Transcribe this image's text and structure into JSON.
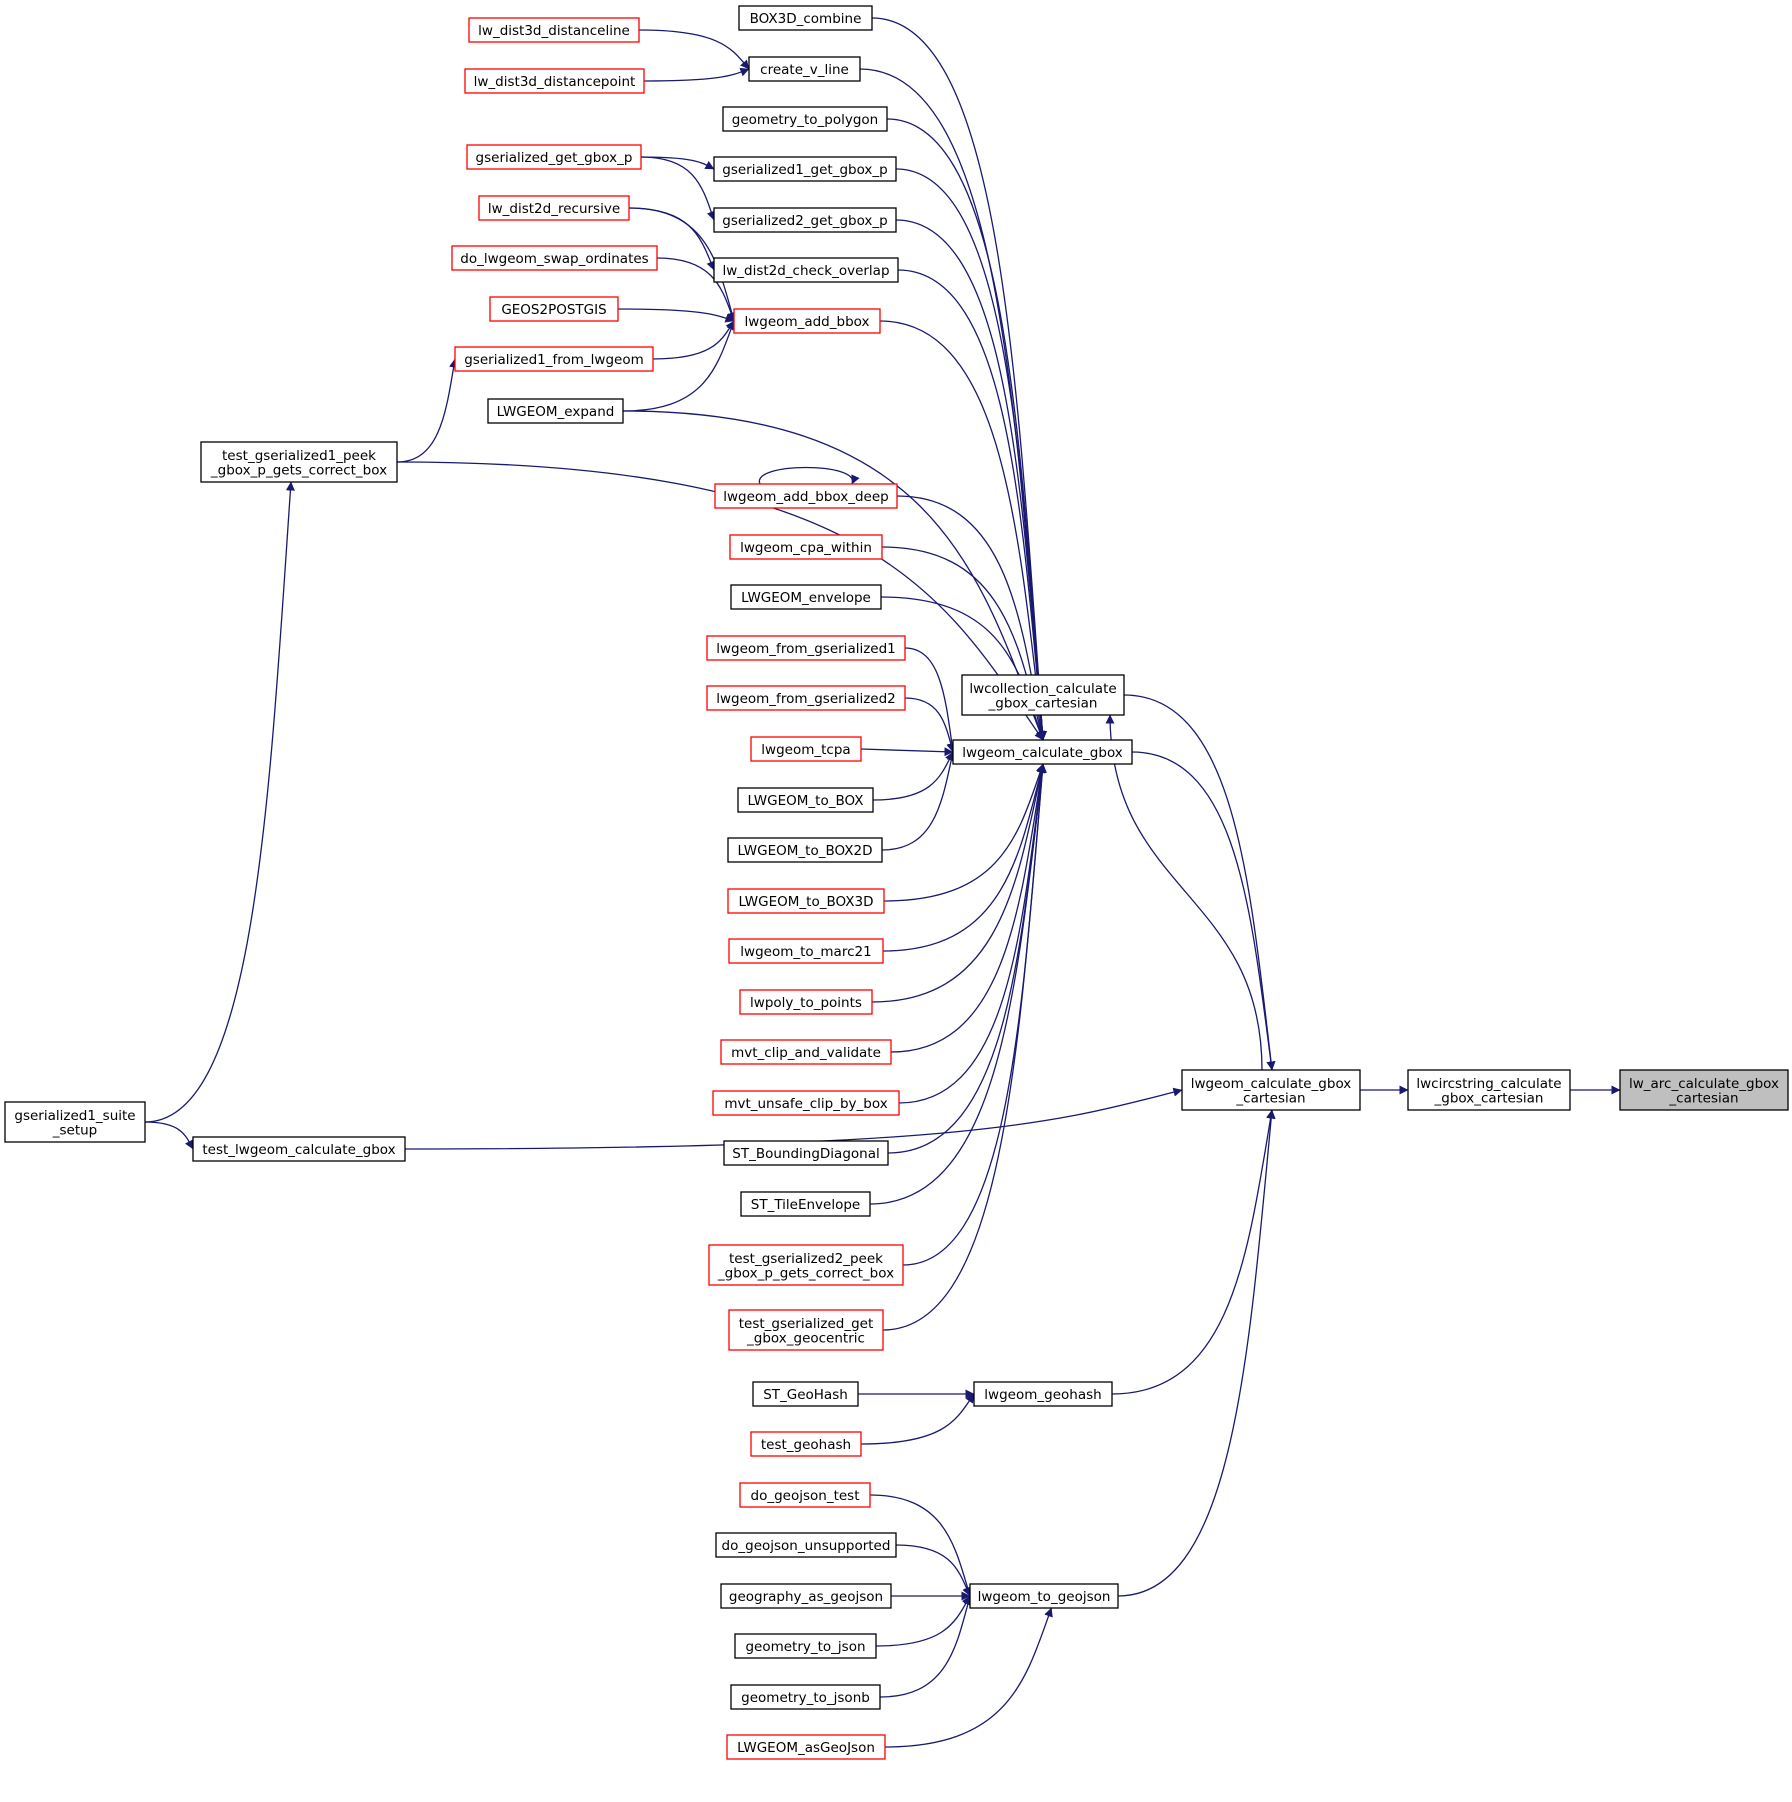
{
  "nodes": [
    {
      "id": "lw_arc",
      "lines": [
        "lw_arc_calculate_gbox",
        "_cartesian"
      ],
      "style": "current"
    },
    {
      "id": "lwcircstring",
      "lines": [
        "lwcircstring_calculate",
        "_gbox_cartesian"
      ],
      "style": "black"
    },
    {
      "id": "lwgeom_cgc",
      "lines": [
        "lwgeom_calculate_gbox",
        "_cartesian"
      ],
      "style": "black"
    },
    {
      "id": "lwcollection",
      "lines": [
        "lwcollection_calculate",
        "_gbox_cartesian"
      ],
      "style": "black"
    },
    {
      "id": "lwgeom_cg",
      "lines": [
        "lwgeom_calculate_gbox"
      ],
      "style": "black"
    },
    {
      "id": "lwgeom_geohash",
      "lines": [
        "lwgeom_geohash"
      ],
      "style": "black"
    },
    {
      "id": "lwgeom_to_geojson",
      "lines": [
        "lwgeom_to_geojson"
      ],
      "style": "black"
    },
    {
      "id": "box3d_combine",
      "lines": [
        "BOX3D_combine"
      ],
      "style": "black"
    },
    {
      "id": "create_v_line",
      "lines": [
        "create_v_line"
      ],
      "style": "black"
    },
    {
      "id": "geometry_to_polygon",
      "lines": [
        "geometry_to_polygon"
      ],
      "style": "black"
    },
    {
      "id": "gser1_gbox",
      "lines": [
        "gserialized1_get_gbox_p"
      ],
      "style": "black"
    },
    {
      "id": "gser2_gbox",
      "lines": [
        "gserialized2_get_gbox_p"
      ],
      "style": "black"
    },
    {
      "id": "lw_dist2d_check_overlap",
      "lines": [
        "lw_dist2d_check_overlap"
      ],
      "style": "black"
    },
    {
      "id": "lwgeom_add_bbox",
      "lines": [
        "lwgeom_add_bbox"
      ],
      "style": "red"
    },
    {
      "id": "lwgeom_expand",
      "lines": [
        "LWGEOM_expand"
      ],
      "style": "black"
    },
    {
      "id": "lwgeom_add_bbox_deep",
      "lines": [
        "lwgeom_add_bbox_deep"
      ],
      "style": "red"
    },
    {
      "id": "lwgeom_cpa_within",
      "lines": [
        "lwgeom_cpa_within"
      ],
      "style": "red"
    },
    {
      "id": "lwgeom_envelope",
      "lines": [
        "LWGEOM_envelope"
      ],
      "style": "black"
    },
    {
      "id": "lwgeom_from_gser1",
      "lines": [
        "lwgeom_from_gserialized1"
      ],
      "style": "red"
    },
    {
      "id": "lwgeom_from_gser2",
      "lines": [
        "lwgeom_from_gserialized2"
      ],
      "style": "red"
    },
    {
      "id": "lwgeom_tcpa",
      "lines": [
        "lwgeom_tcpa"
      ],
      "style": "red"
    },
    {
      "id": "lwgeom_to_box",
      "lines": [
        "LWGEOM_to_BOX"
      ],
      "style": "black"
    },
    {
      "id": "lwgeom_to_box2d",
      "lines": [
        "LWGEOM_to_BOX2D"
      ],
      "style": "black"
    },
    {
      "id": "lwgeom_to_box3d",
      "lines": [
        "LWGEOM_to_BOX3D"
      ],
      "style": "red"
    },
    {
      "id": "lwgeom_to_marc21",
      "lines": [
        "lwgeom_to_marc21"
      ],
      "style": "red"
    },
    {
      "id": "lwpoly_to_points",
      "lines": [
        "lwpoly_to_points"
      ],
      "style": "red"
    },
    {
      "id": "mvt_clip_and_validate",
      "lines": [
        "mvt_clip_and_validate"
      ],
      "style": "red"
    },
    {
      "id": "mvt_unsafe_clip_by_box",
      "lines": [
        "mvt_unsafe_clip_by_box"
      ],
      "style": "red"
    },
    {
      "id": "st_boundingdiagonal",
      "lines": [
        "ST_BoundingDiagonal"
      ],
      "style": "black"
    },
    {
      "id": "st_tileenvelope",
      "lines": [
        "ST_TileEnvelope"
      ],
      "style": "black"
    },
    {
      "id": "test_gser2_peek",
      "lines": [
        "test_gserialized2_peek",
        "_gbox_p_gets_correct_box"
      ],
      "style": "red"
    },
    {
      "id": "test_gser_get_geocentric",
      "lines": [
        "test_gserialized_get",
        "_gbox_geocentric"
      ],
      "style": "red"
    },
    {
      "id": "st_geohash",
      "lines": [
        "ST_GeoHash"
      ],
      "style": "black"
    },
    {
      "id": "test_geohash",
      "lines": [
        "test_geohash"
      ],
      "style": "red"
    },
    {
      "id": "do_geojson_test",
      "lines": [
        "do_geojson_test"
      ],
      "style": "red"
    },
    {
      "id": "do_geojson_unsupported",
      "lines": [
        "do_geojson_unsupported"
      ],
      "style": "black"
    },
    {
      "id": "geography_as_geojson",
      "lines": [
        "geography_as_geojson"
      ],
      "style": "black"
    },
    {
      "id": "geometry_to_json",
      "lines": [
        "geometry_to_json"
      ],
      "style": "black"
    },
    {
      "id": "geometry_to_jsonb",
      "lines": [
        "geometry_to_jsonb"
      ],
      "style": "black"
    },
    {
      "id": "lwgeom_asgeojson",
      "lines": [
        "LWGEOM_asGeoJson"
      ],
      "style": "red"
    },
    {
      "id": "lw_dist3d_distanceline",
      "lines": [
        "lw_dist3d_distanceline"
      ],
      "style": "red"
    },
    {
      "id": "lw_dist3d_distancepoint",
      "lines": [
        "lw_dist3d_distancepoint"
      ],
      "style": "red"
    },
    {
      "id": "gser_get_gbox_p",
      "lines": [
        "gserialized_get_gbox_p"
      ],
      "style": "red"
    },
    {
      "id": "lw_dist2d_recursive",
      "lines": [
        "lw_dist2d_recursive"
      ],
      "style": "red"
    },
    {
      "id": "do_lwgeom_swap_ordinates",
      "lines": [
        "do_lwgeom_swap_ordinates"
      ],
      "style": "red"
    },
    {
      "id": "geos2postgis",
      "lines": [
        "GEOS2POSTGIS"
      ],
      "style": "red"
    },
    {
      "id": "gser1_from_lwgeom",
      "lines": [
        "gserialized1_from_lwgeom"
      ],
      "style": "red"
    },
    {
      "id": "test_gser1_peek",
      "lines": [
        "test_gserialized1_peek",
        "_gbox_p_gets_correct_box"
      ],
      "style": "black"
    },
    {
      "id": "test_lwgeom_cg",
      "lines": [
        "test_lwgeom_calculate_gbox"
      ],
      "style": "black"
    },
    {
      "id": "gser1_suite_setup",
      "lines": [
        "gserialized1_suite",
        "_setup"
      ],
      "style": "black"
    }
  ]
}
